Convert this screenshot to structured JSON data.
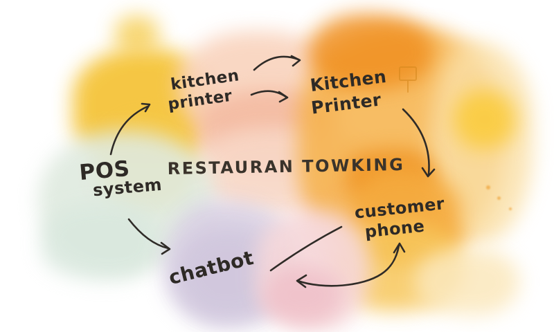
{
  "diagram": {
    "title": "RESTAURAN TOWKING",
    "style": "hand-drawn watercolor flowchart",
    "nodes": [
      {
        "id": "kitchen-printer-left",
        "line1": "kitchen",
        "line2": "printer"
      },
      {
        "id": "kitchen-printer-right",
        "line1": "Kitchen",
        "line2": "Printer"
      },
      {
        "id": "pos-system",
        "line1": "POS",
        "line2": "system"
      },
      {
        "id": "customer-phone",
        "line1": "customer",
        "line2": "phone"
      },
      {
        "id": "chatbot",
        "line1": "chatbot"
      }
    ],
    "connections": [
      {
        "from": "pos-system",
        "to": "kitchen-printer-left"
      },
      {
        "from": "kitchen-printer-left",
        "to": "kitchen-printer-right",
        "note": "upper arrow"
      },
      {
        "from": "kitchen-printer-left",
        "to": "kitchen-printer-right",
        "note": "lower arrow"
      },
      {
        "from": "kitchen-printer-right",
        "to": "customer-phone"
      },
      {
        "from": "pos-system",
        "to": "chatbot"
      },
      {
        "from": "chatbot",
        "to": "customer-phone",
        "bidirectional": true
      },
      {
        "from": "chatbot",
        "to": "customer-phone",
        "note": "plain connector line, no arrowhead"
      }
    ],
    "icons": [
      {
        "name": "sign-icon",
        "description": "small sketched placard on orange wash near Kitchen Printer"
      }
    ],
    "colors": {
      "ink": "#2e2a26",
      "yellow": "#f5c43a",
      "orange": "#f6ae3c",
      "orange_deep": "#ef9221",
      "peach": "#f8cfba",
      "green": "#dfeadf",
      "purple": "#d9d1e3",
      "pink": "#f5d5d9",
      "background": "#ffffff"
    }
  }
}
